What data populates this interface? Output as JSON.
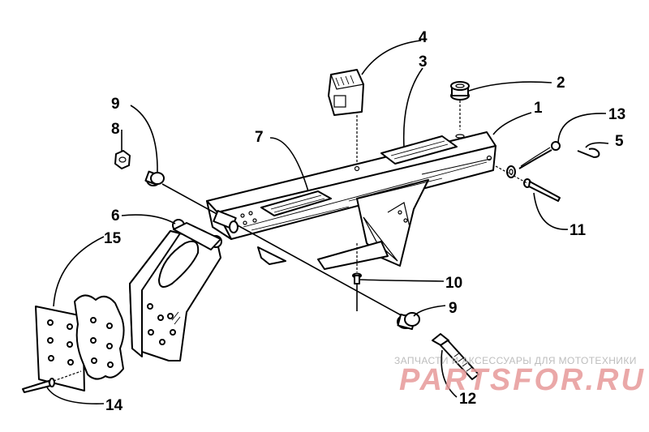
{
  "diagram": {
    "callouts": [
      {
        "id": "1",
        "label": "1"
      },
      {
        "id": "2",
        "label": "2"
      },
      {
        "id": "3",
        "label": "3"
      },
      {
        "id": "4",
        "label": "4"
      },
      {
        "id": "5",
        "label": "5"
      },
      {
        "id": "6",
        "label": "6"
      },
      {
        "id": "7",
        "label": "7"
      },
      {
        "id": "8",
        "label": "8"
      },
      {
        "id": "9a",
        "label": "9"
      },
      {
        "id": "9b",
        "label": "9"
      },
      {
        "id": "10",
        "label": "10"
      },
      {
        "id": "11",
        "label": "11"
      },
      {
        "id": "12",
        "label": "12"
      },
      {
        "id": "13",
        "label": "13"
      },
      {
        "id": "14",
        "label": "14"
      },
      {
        "id": "15",
        "label": "15"
      }
    ]
  },
  "watermark": {
    "tagline": "ЗАПЧАСТИ И АКСЕССУАРЫ ДЛЯ МОТОТЕХНИКИ",
    "logo": "PARTSFOR.RU"
  }
}
